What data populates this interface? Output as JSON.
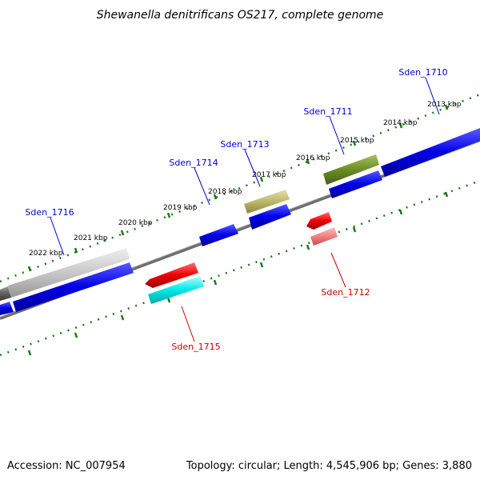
{
  "title": "Shewanella denitrificans OS217, complete genome",
  "accession": "Accession: NC_007954",
  "topology": "Topology: circular; Length: 4,545,906 bp; Genes: 3,880",
  "kbp_labels": [
    "2013 kbp",
    "2014 kbp",
    "2015 kbp",
    "2016 kbp",
    "2017 kbp",
    "2018 kbp",
    "2019 kbp",
    "2020 kbp",
    "2021 kbp",
    "2022 kbp"
  ],
  "genes": [
    {
      "name": "Sden_1710",
      "strand": "plus"
    },
    {
      "name": "Sden_1711",
      "strand": "plus"
    },
    {
      "name": "Sden_1713",
      "strand": "plus"
    },
    {
      "name": "Sden_1714",
      "strand": "plus"
    },
    {
      "name": "Sden_1716",
      "strand": "plus"
    },
    {
      "name": "Sden_1712",
      "strand": "minus"
    },
    {
      "name": "Sden_1715",
      "strand": "minus"
    }
  ],
  "colors": {
    "plus_label": "#0000cc",
    "minus_label": "#cc0000",
    "tick": "#1a7a1a",
    "backbone": "#808080",
    "blue": "#0000e0",
    "red": "#ee0000",
    "cyan": "#00e8e8",
    "olive": "#6b8e23",
    "khaki": "#bdb76b",
    "silver": "#bdbdbd",
    "pink": "#f08080",
    "dark": "#606060"
  }
}
